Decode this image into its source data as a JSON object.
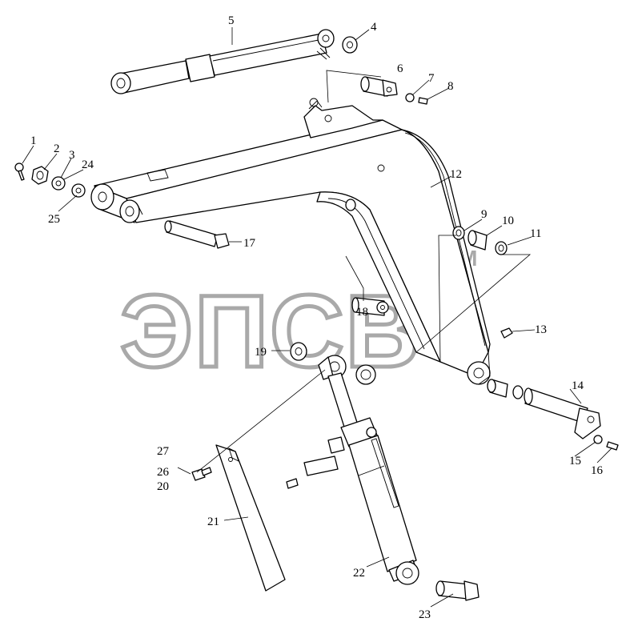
{
  "watermark": {
    "text": "ЭПСВ",
    "tm": "TM"
  },
  "callouts": [
    "1",
    "2",
    "3",
    "4",
    "5",
    "6",
    "7",
    "8",
    "9",
    "10",
    "11",
    "12",
    "13",
    "14",
    "15",
    "16",
    "17",
    "18",
    "19",
    "20",
    "21",
    "22",
    "23",
    "24",
    "25",
    "26",
    "27"
  ]
}
